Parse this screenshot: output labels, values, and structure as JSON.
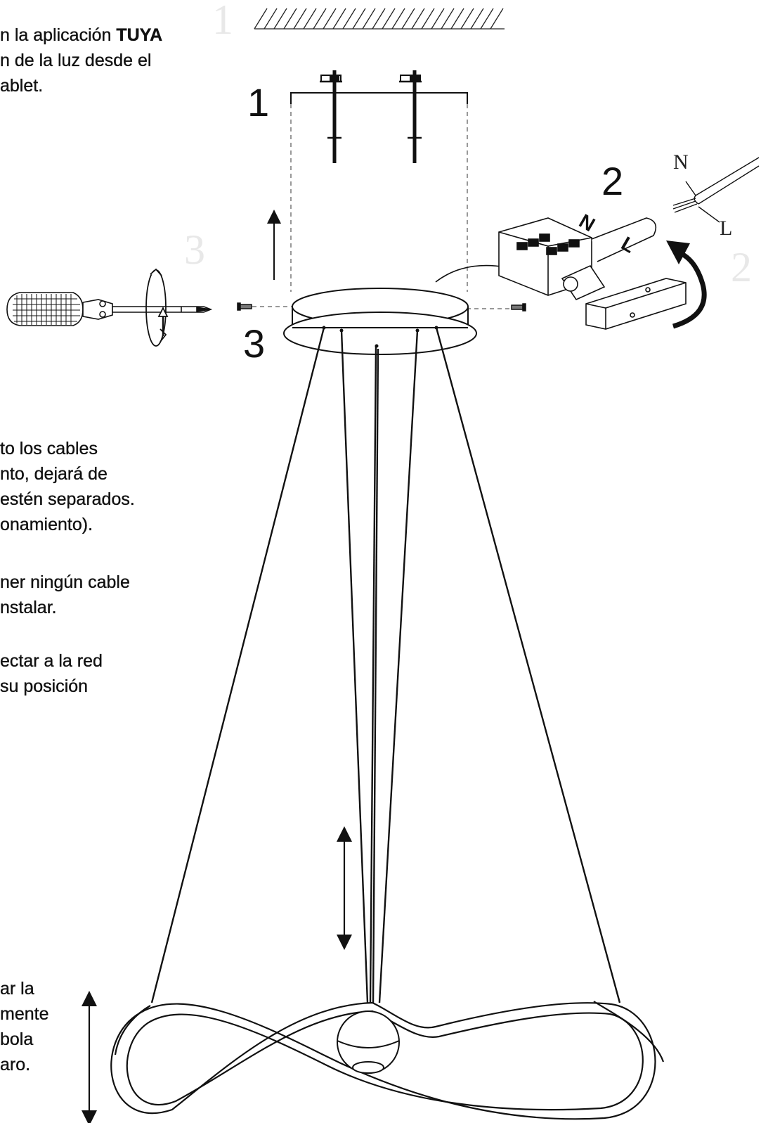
{
  "text_blocks": {
    "top": {
      "line1_prefix": "n la aplicación ",
      "line1_bold": "TUYA",
      "line2": "n de la luz desde el",
      "line3": "ablet."
    },
    "middle1": {
      "lines": [
        "to los cables",
        "nto, dejará de",
        "estén separados.",
        "onamiento)."
      ]
    },
    "middle2": {
      "lines": [
        "ner ningún cable",
        "nstalar."
      ]
    },
    "middle3": {
      "lines": [
        "ectar a la red",
        "su posición"
      ]
    },
    "bottom": {
      "lines": [
        "ar la",
        "mente",
        "bola",
        "aro."
      ]
    }
  },
  "diagram": {
    "step_labels": [
      "1",
      "2",
      "3"
    ],
    "wire_labels": {
      "neutral": "N",
      "live": "L"
    },
    "terminal_labels": {
      "neutral": "N",
      "live": "L"
    },
    "icons": [
      "screwdriver-icon",
      "rotate-arrow-icon",
      "up-arrow-icon",
      "curved-arrow-icon",
      "double-arrow-icon"
    ],
    "line_color": "#111111"
  }
}
